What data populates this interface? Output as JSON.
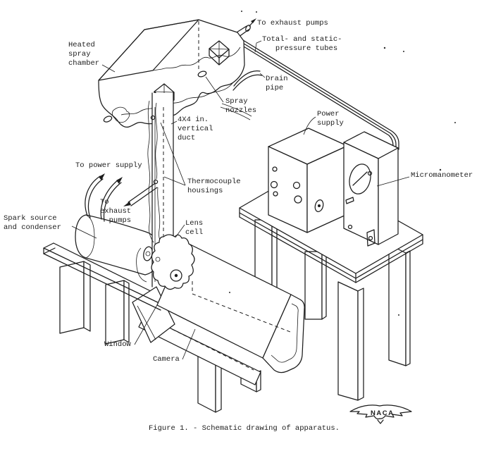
{
  "figure": {
    "caption": "Figure 1. - Schematic drawing of apparatus.",
    "logo_text": "NACA",
    "colors": {
      "background": "#ffffff",
      "ink": "#1c1c1c"
    }
  },
  "labels": {
    "heated_spray_chamber": "Heated\nspray\nchamber",
    "to_exhaust_pumps_top": "To exhaust pumps",
    "pressure_tubes": "Total- and static-\n   pressure tubes",
    "drain_pipe": "Drain\npipe",
    "spray_nozzles": "Spray\nnozzles",
    "vertical_duct": "4X4 in.\nvertical\nduct",
    "power_supply": "Power\nsupply",
    "micromanometer": "Micromanometer",
    "to_power_supply": "To power supply",
    "to_exhaust_pumps_left": "To\nexhaust\n  pumps",
    "spark_source": "Spark source\nand condenser",
    "thermocouple_housings": "Thermocouple\nhousings",
    "lens_cell": "Lens\ncell",
    "window": "Window",
    "camera": "Camera"
  }
}
